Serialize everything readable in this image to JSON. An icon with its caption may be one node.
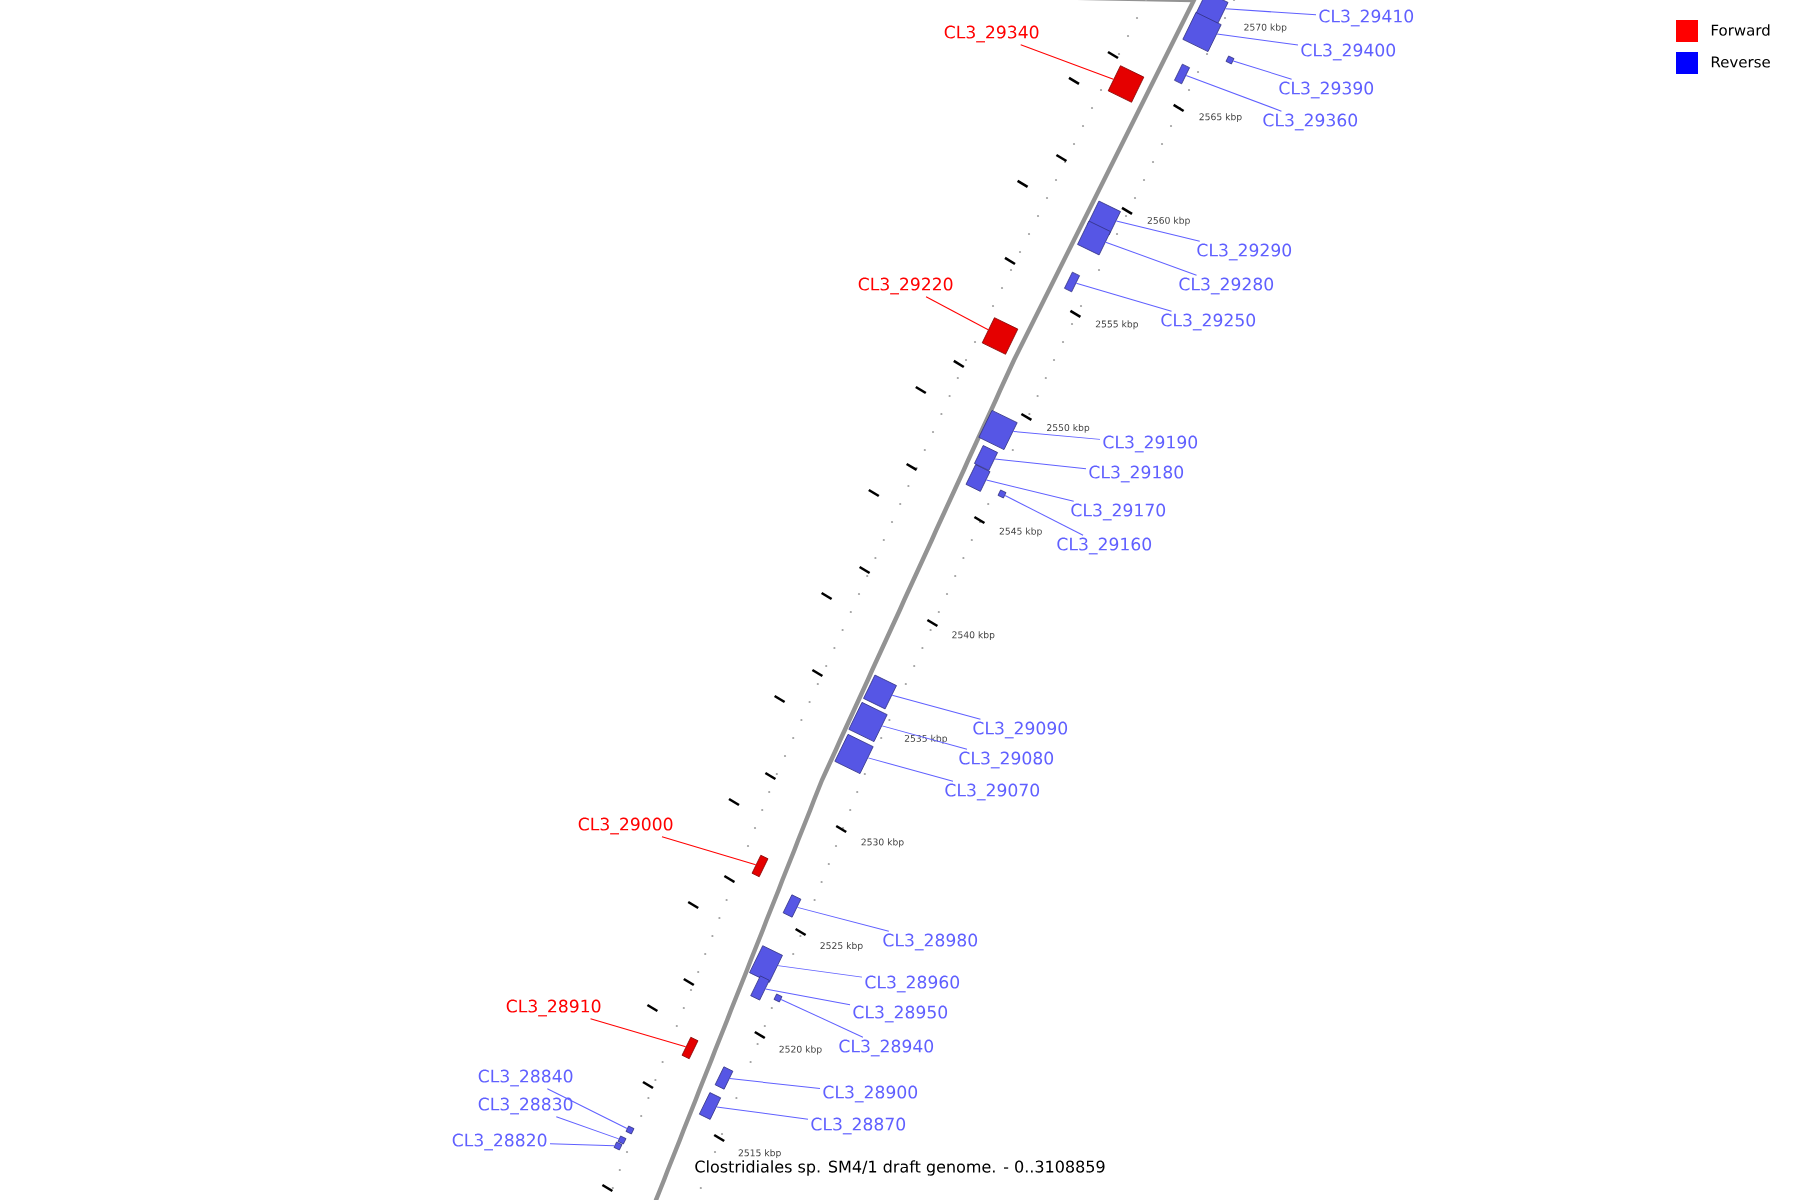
{
  "diagram": {
    "caption": "Clostridiales sp. SM4/1 draft genome. - 0..3108859",
    "nodes": [
      {
        "text": [
          "CL3_29410"
        ]
      },
      {
        "text": [],
        "shape": "box"
      },
      {
        "text": [
          "CL3_29340"
        ]
      },
      {
        "text": [],
        "shape": "box"
      },
      {
        "text": [
          "CL3_29400"
        ]
      },
      {
        "text": [],
        "shape": "box"
      },
      {
        "text": [
          "CL3_29390"
        ]
      },
      {
        "text": [],
        "shape": "box"
      },
      {
        "text": [
          "CL3_29360"
        ]
      },
      {
        "text": [],
        "shape": "box"
      },
      {
        "text": [
          "CL3_29290"
        ]
      },
      {
        "text": [],
        "shape": "box"
      },
      {
        "text": [
          "CL3_29280"
        ]
      },
      {
        "text": [],
        "shape": "box"
      },
      {
        "text": [
          "CL3_29220"
        ]
      },
      {
        "text": [],
        "shape": "box"
      },
      {
        "text": [
          "CL3_29250"
        ]
      },
      {
        "text": [],
        "shape": "box"
      },
      {
        "text": [
          "CL3_29190"
        ]
      },
      {
        "text": [],
        "shape": "box"
      },
      {
        "text": [
          "CL3_29180"
        ]
      },
      {
        "text": [],
        "shape": "box"
      },
      {
        "text": [
          "CL3_29170"
        ]
      },
      {
        "text": [],
        "shape": "box"
      },
      {
        "text": [
          "CL3_29160"
        ]
      },
      {
        "text": [],
        "shape": "box"
      },
      {
        "text": [
          "CL3_29090"
        ]
      },
      {
        "text": [],
        "shape": "box"
      },
      {
        "text": [
          "CL3_29080"
        ]
      },
      {
        "text": [],
        "shape": "box"
      },
      {
        "text": [
          "CL3_29070"
        ]
      },
      {
        "text": [],
        "shape": "box"
      },
      {
        "text": [
          "CL3_29000"
        ]
      },
      {
        "text": [],
        "shape": "box"
      },
      {
        "text": [
          "CL3_28980"
        ]
      },
      {
        "text": [],
        "shape": "box"
      },
      {
        "text": [
          "CL3_28960"
        ]
      },
      {
        "text": [],
        "shape": "box"
      },
      {
        "text": [
          "CL3_28950"
        ]
      },
      {
        "text": [],
        "shape": "box"
      },
      {
        "text": [
          "CL3_28940"
        ]
      },
      {
        "text": [],
        "shape": "box"
      },
      {
        "text": [
          "CL3_28910"
        ]
      },
      {
        "text": [],
        "shape": "box"
      },
      {
        "text": [
          "CL3_28900"
        ]
      },
      {
        "text": [],
        "shape": "box"
      },
      {
        "text": [
          "CL3_28870"
        ]
      },
      {
        "text": [],
        "shape": "box"
      },
      {
        "text": [
          "CL3_28840"
        ]
      },
      {
        "text": [],
        "shape": "box"
      },
      {
        "text": [
          "CL3_28830"
        ]
      },
      {
        "text": [],
        "shape": "box"
      },
      {
        "text": [
          "CL3_28820"
        ]
      },
      {
        "text": [],
        "shape": "box"
      }
    ],
    "edges": [
      {
        "from": 0,
        "to": 1,
        "arrow": "none"
      },
      {
        "from": 2,
        "to": 3,
        "arrow": "none",
        "color": "#ff0000"
      },
      {
        "from": 4,
        "to": 5,
        "arrow": "none"
      },
      {
        "from": 6,
        "to": 7,
        "arrow": "none"
      },
      {
        "from": 8,
        "to": 9,
        "arrow": "none"
      },
      {
        "from": 10,
        "to": 11,
        "arrow": "none"
      },
      {
        "from": 12,
        "to": 13,
        "arrow": "none"
      },
      {
        "from": 14,
        "to": 15,
        "arrow": "none",
        "color": "#ff0000"
      },
      {
        "from": 16,
        "to": 17,
        "arrow": "none"
      },
      {
        "from": 18,
        "to": 19,
        "arrow": "none"
      },
      {
        "from": 20,
        "to": 21,
        "arrow": "none"
      },
      {
        "from": 22,
        "to": 23,
        "arrow": "none"
      },
      {
        "from": 24,
        "to": 25,
        "arrow": "none"
      },
      {
        "from": 26,
        "to": 27,
        "arrow": "none"
      },
      {
        "from": 28,
        "to": 29,
        "arrow": "none"
      },
      {
        "from": 30,
        "to": 31,
        "arrow": "none"
      },
      {
        "from": 32,
        "to": 33,
        "arrow": "none",
        "color": "#ff0000"
      },
      {
        "from": 34,
        "to": 35,
        "arrow": "none"
      },
      {
        "from": 36,
        "to": 37,
        "arrow": "none"
      },
      {
        "from": 38,
        "to": 39,
        "arrow": "none"
      },
      {
        "from": 40,
        "to": 41,
        "arrow": "none"
      },
      {
        "from": 42,
        "to": 43,
        "arrow": "none",
        "color": "#ff0000"
      },
      {
        "from": 44,
        "to": 45,
        "arrow": "none"
      },
      {
        "from": 46,
        "to": 47,
        "arrow": "none"
      },
      {
        "from": 48,
        "to": 49,
        "arrow": "none"
      },
      {
        "from": 50,
        "to": 51,
        "arrow": "none"
      },
      {
        "from": 52,
        "to": 53,
        "arrow": "none"
      }
    ],
    "labels": [
      "2570 kbp",
      "2565 kbp",
      "2560 kbp",
      "2555 kbp",
      "2550 kbp",
      "2545 kbp",
      "2540 kbp",
      "2535 kbp",
      "2530 kbp",
      "2525 kbp",
      "2520 kbp",
      "2515 kbp"
    ],
    "legend": [
      {
        "text": "Forward",
        "color": "#ff0000"
      },
      {
        "text": "Reverse",
        "color": "#0000ff"
      }
    ]
  }
}
